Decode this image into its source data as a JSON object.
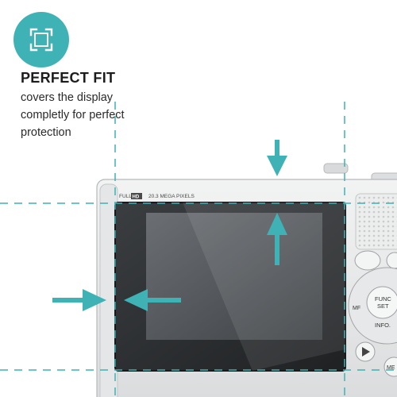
{
  "feature": {
    "icon": "fit-frame-icon",
    "title": "PERFECT FIT",
    "description_lines": [
      "covers the display",
      "completly for perfect",
      "protection"
    ]
  },
  "camera": {
    "label_full": "FULL",
    "label_hd": "HD",
    "label_megapixels": "20.3 MEGA PIXELS",
    "button_func": "FUNC",
    "button_set": "SET",
    "button_info": "INFO.",
    "button_mf": "MF",
    "button_me": "ME"
  },
  "colors": {
    "accent": "#3fb2b5",
    "camera_body": "#e9eaea",
    "screen": "#2a2c2e"
  }
}
